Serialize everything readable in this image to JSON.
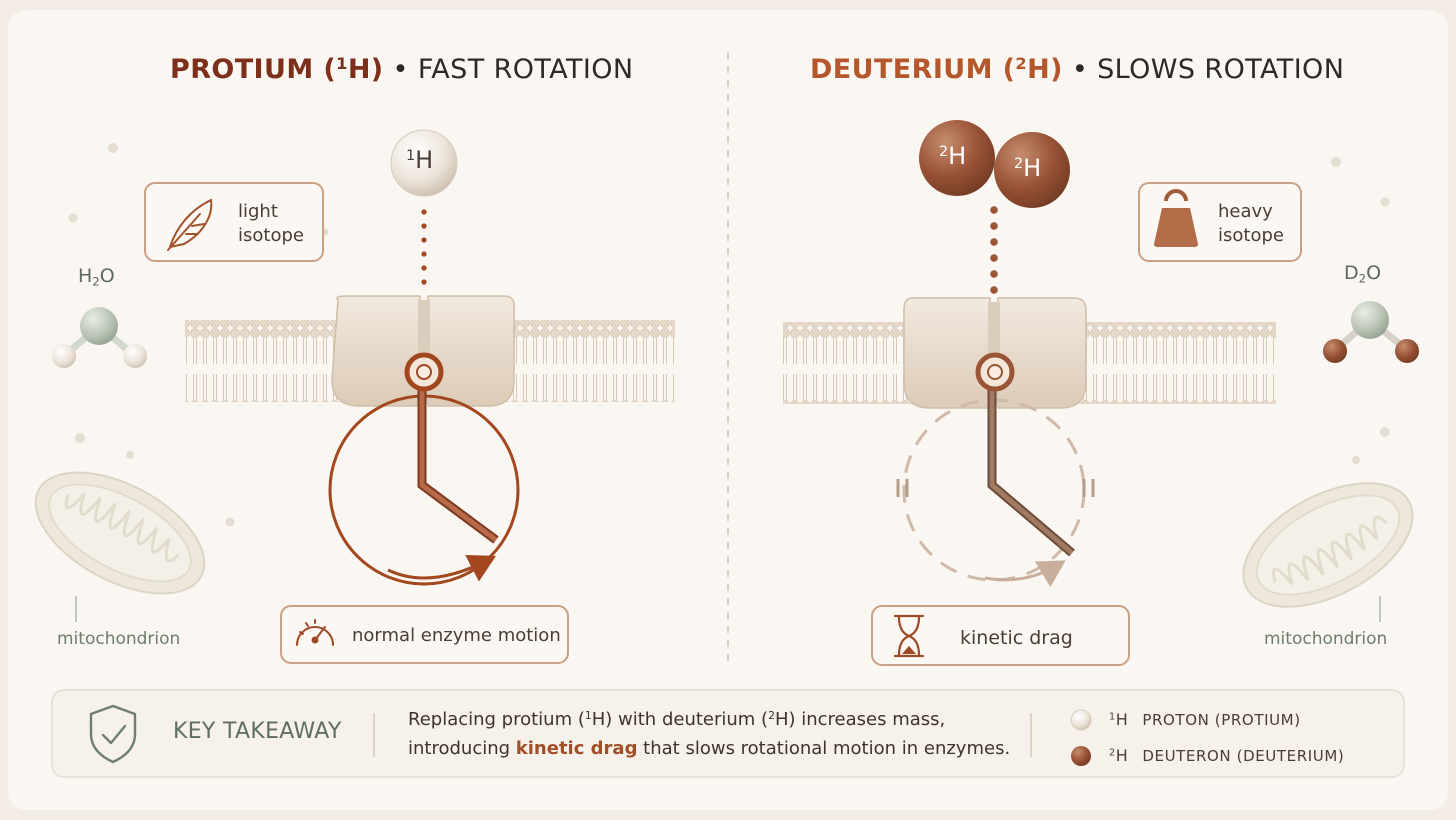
{
  "left_panel": {
    "title_strong": "PROTIUM (",
    "title_sup": "1",
    "title_strong_end": "H)",
    "title_rest": " • FAST ROTATION",
    "atom_sup": "1",
    "atom_symbol": "H",
    "badge_line1": "light",
    "badge_line2": "isotope",
    "badge_icon": "feather-icon",
    "molecule_label_main": "H",
    "molecule_label_sub": "2",
    "molecule_label_end": "O",
    "organelle_label": "mitochondrion",
    "motion_label": "normal enzyme motion",
    "motion_icon": "speedometer-icon"
  },
  "right_panel": {
    "title_strong": "DEUTERIUM (",
    "title_sup": "2",
    "title_strong_end": "H)",
    "title_rest": " • SLOWS ROTATION",
    "atom_sup": "2",
    "atom_symbol": "H",
    "badge_line1": "heavy",
    "badge_line2": "isotope",
    "badge_icon": "weight-icon",
    "molecule_label_main": "D",
    "molecule_label_sub": "2",
    "molecule_label_end": "O",
    "organelle_label": "mitochondrion",
    "motion_label": "kinetic drag",
    "motion_icon": "hourglass-icon"
  },
  "takeaway": {
    "icon": "shield-check-icon",
    "heading": "KEY TAKEAWAY",
    "line1_a": "Replacing protium (",
    "line1_sup1": "1",
    "line1_b": "H) with deuterium (",
    "line1_sup2": "2",
    "line1_c": "H) increases mass,",
    "line2_a": "introducing ",
    "line2_accent": "kinetic drag",
    "line2_b": " that slows rotational motion in enzymes."
  },
  "legend": [
    {
      "sup": "1",
      "symbol": "H",
      "label": "PROTON (PROTIUM)"
    },
    {
      "sup": "2",
      "symbol": "H",
      "label": "DEUTERON (DEUTERIUM)"
    }
  ],
  "colors": {
    "background": "#f3ede6",
    "protium_accent": "#a3471f",
    "deuterium_accent": "#a6603f",
    "deuterium_atom": "#9a5537",
    "protein": "#e7dbcc",
    "membrane": "#e6d9c9",
    "takeaway_icon": "#6f7f6e"
  }
}
